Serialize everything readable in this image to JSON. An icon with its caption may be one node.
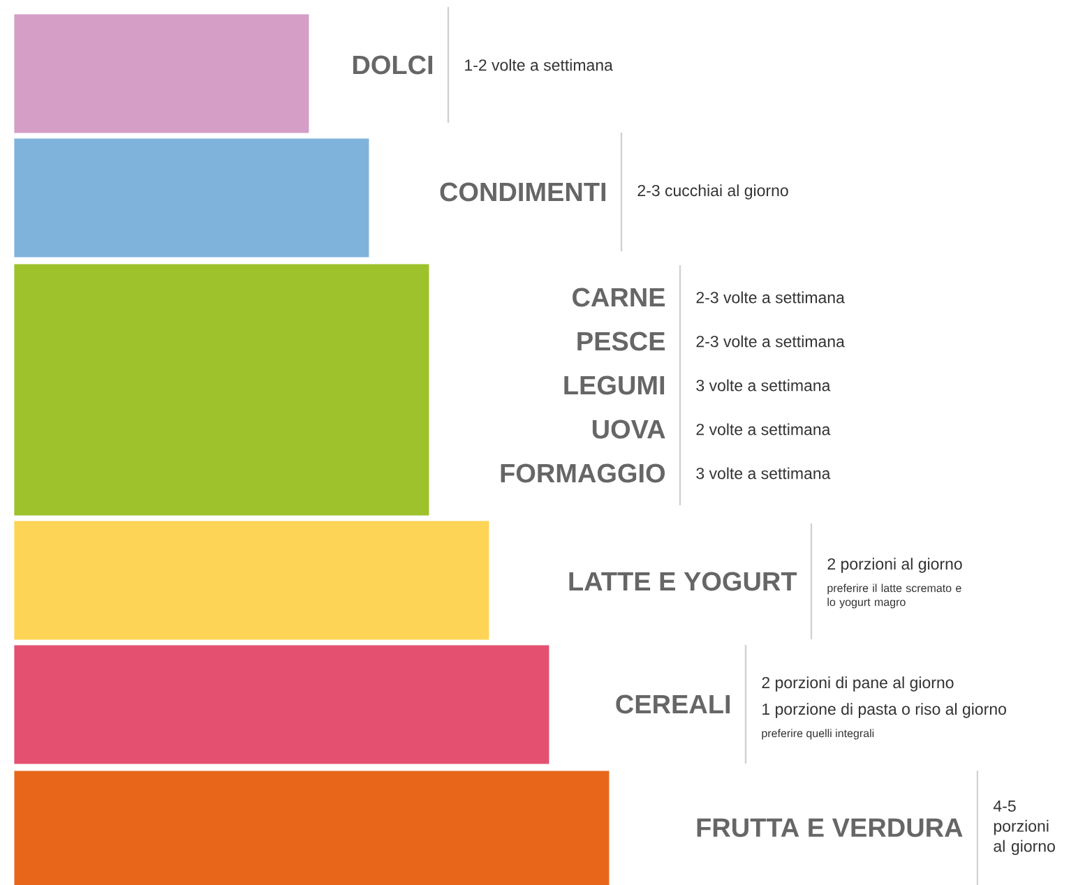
{
  "diagram": {
    "nodes": [
      {
        "text": [],
        "shape": "bar"
      },
      {
        "text": [],
        "shape": "bar"
      },
      {
        "text": [],
        "shape": "bar"
      },
      {
        "text": [],
        "shape": "bar"
      },
      {
        "text": [],
        "shape": "bar"
      },
      {
        "text": [],
        "shape": "bar"
      }
    ],
    "labels": [
      "DOLCI",
      "1-2 volte a settimana",
      "CONDIMENTI",
      "2-3 cucchiai al giorno",
      "CARNE",
      "2-3 volte a settimana",
      "PESCE",
      "2-3 volte a settimana",
      "LEGUMI",
      "3 volte a settimana",
      "UOVA",
      "2 volte a settimana",
      "FORMAGGIO",
      "3 volte a settimana",
      "LATTE E YOGURT",
      "2 porzioni al giorno",
      "preferire il latte scremato e lo yogurt magro",
      "CEREALI",
      "2 porzioni di pane al giorno",
      "1 porzione di pasta o riso al giorno",
      "preferire quelli integrali",
      "FRUTTA E VERDURA",
      "4-5 porzioni al giorno"
    ]
  }
}
